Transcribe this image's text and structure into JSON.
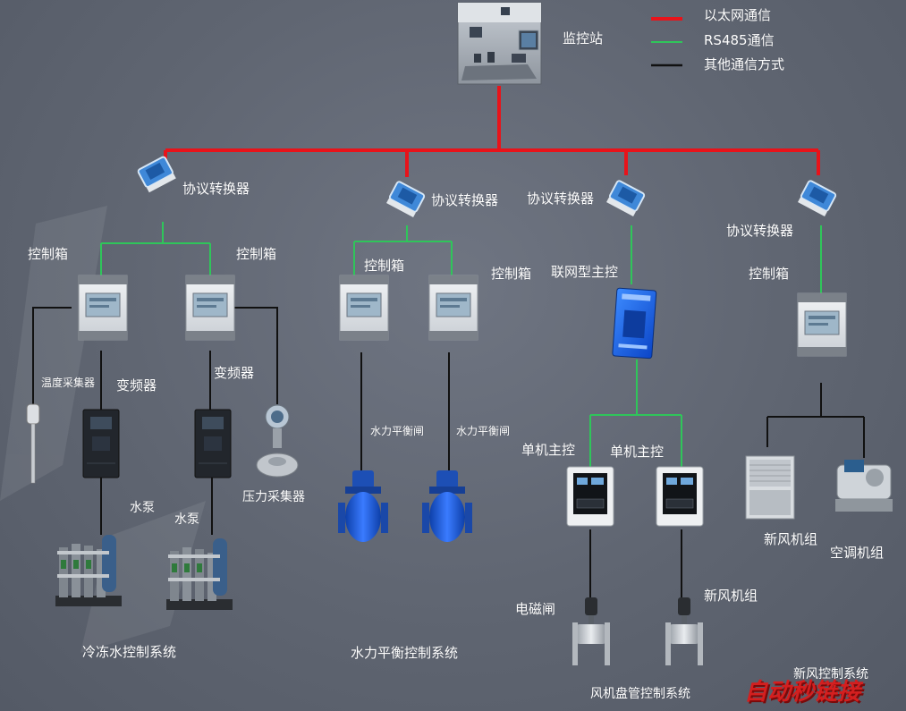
{
  "colors": {
    "ethernet": "#e8131a",
    "rs485": "#2fc55a",
    "other": "#111111",
    "background": "#646a76"
  },
  "legend": {
    "ethernet": "以太网通信",
    "rs485": "RS485通信",
    "other": "其他通信方式"
  },
  "labels": {
    "monitor_station": "监控站",
    "converter_1": "协议转换器",
    "converter_2": "协议转换器",
    "converter_3": "协议转换器",
    "converter_4": "协议转换器",
    "control_box_1": "控制箱",
    "control_box_2": "控制箱",
    "control_box_3": "控制箱",
    "control_box_4": "控制箱",
    "control_box_5": "控制箱",
    "networked_master": "联网型主控",
    "temp_collector": "温度采集器",
    "vfd_1": "变频器",
    "vfd_2": "变频器",
    "pressure_collector": "压力采集器",
    "pump_1": "水泵",
    "pump_2": "水泵",
    "balance_valve_1": "水力平衡闸",
    "balance_valve_2": "水力平衡闸",
    "single_master_1": "单机主控",
    "single_master_2": "单机主控",
    "solenoid_valve": "电磁闸",
    "fresh_air_unit_2": "新风机组",
    "fresh_air_unit_1": "新风机组",
    "ac_unit": "空调机组",
    "sys_chilled_water": "冷冻水控制系统",
    "sys_hydraulic_balance": "水力平衡控制系统",
    "sys_fan_coil": "风机盘管控制系统",
    "sys_fresh_air": "新风控制系统"
  },
  "watermark": "自动秒链接"
}
